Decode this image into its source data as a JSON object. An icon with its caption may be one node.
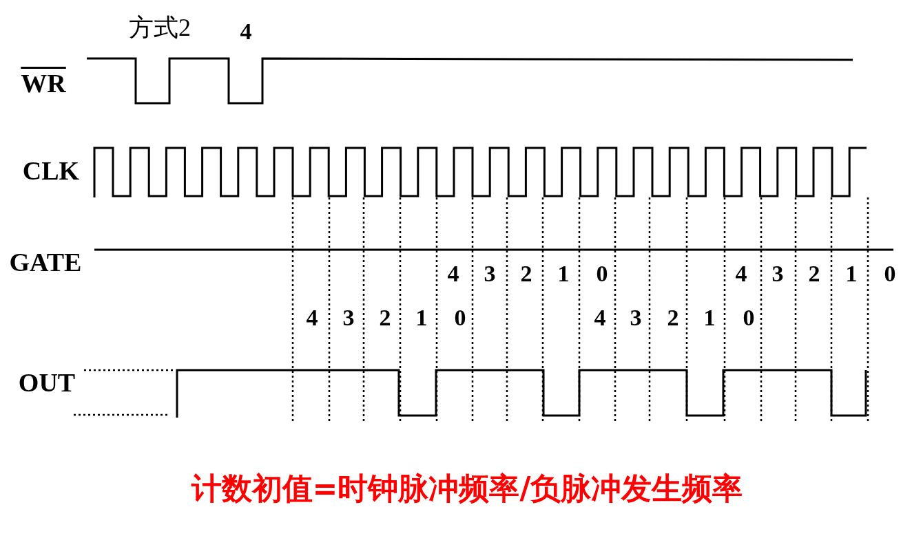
{
  "diagram": {
    "caption": "计数初值=时钟脉冲频率/负脉冲发生频率",
    "labels": [
      "方式2",
      "4",
      "WR",
      "CLK",
      "GATE",
      "4",
      "3",
      "2",
      "1",
      "0",
      "4",
      "3",
      "2",
      "1",
      "0",
      "4",
      "3",
      "2",
      "1",
      "0",
      "4",
      "3",
      "2",
      "1",
      "0",
      "OUT"
    ]
  }
}
